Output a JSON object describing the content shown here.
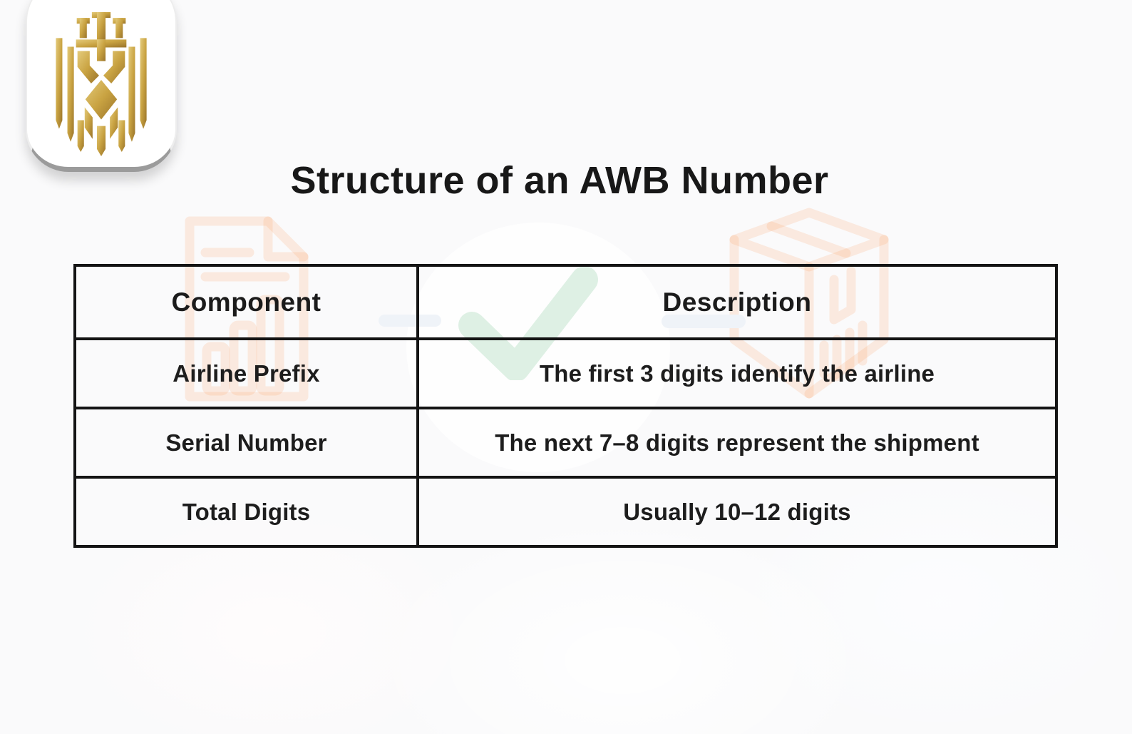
{
  "title": "Structure of an AWB Number",
  "logo": {
    "label": "gold lion crest emblem"
  },
  "table": {
    "headers": [
      "Component",
      "Description"
    ],
    "rows": [
      [
        "Airline Prefix",
        "The first 3 digits identify the airline"
      ],
      [
        "Serial Number",
        "The next 7–8 digits represent the shipment"
      ],
      [
        "Total Digits",
        "Usually 10–12 digits"
      ]
    ]
  },
  "background_icons": [
    "document-chart-icon",
    "checkmark-icon",
    "package-box-icon"
  ],
  "colors": {
    "accent_gold": "#c9a342",
    "table_border": "#141414",
    "faint_orange": "#ff8a42",
    "faint_green": "#5fb87c",
    "page_background": "#fafafb"
  }
}
